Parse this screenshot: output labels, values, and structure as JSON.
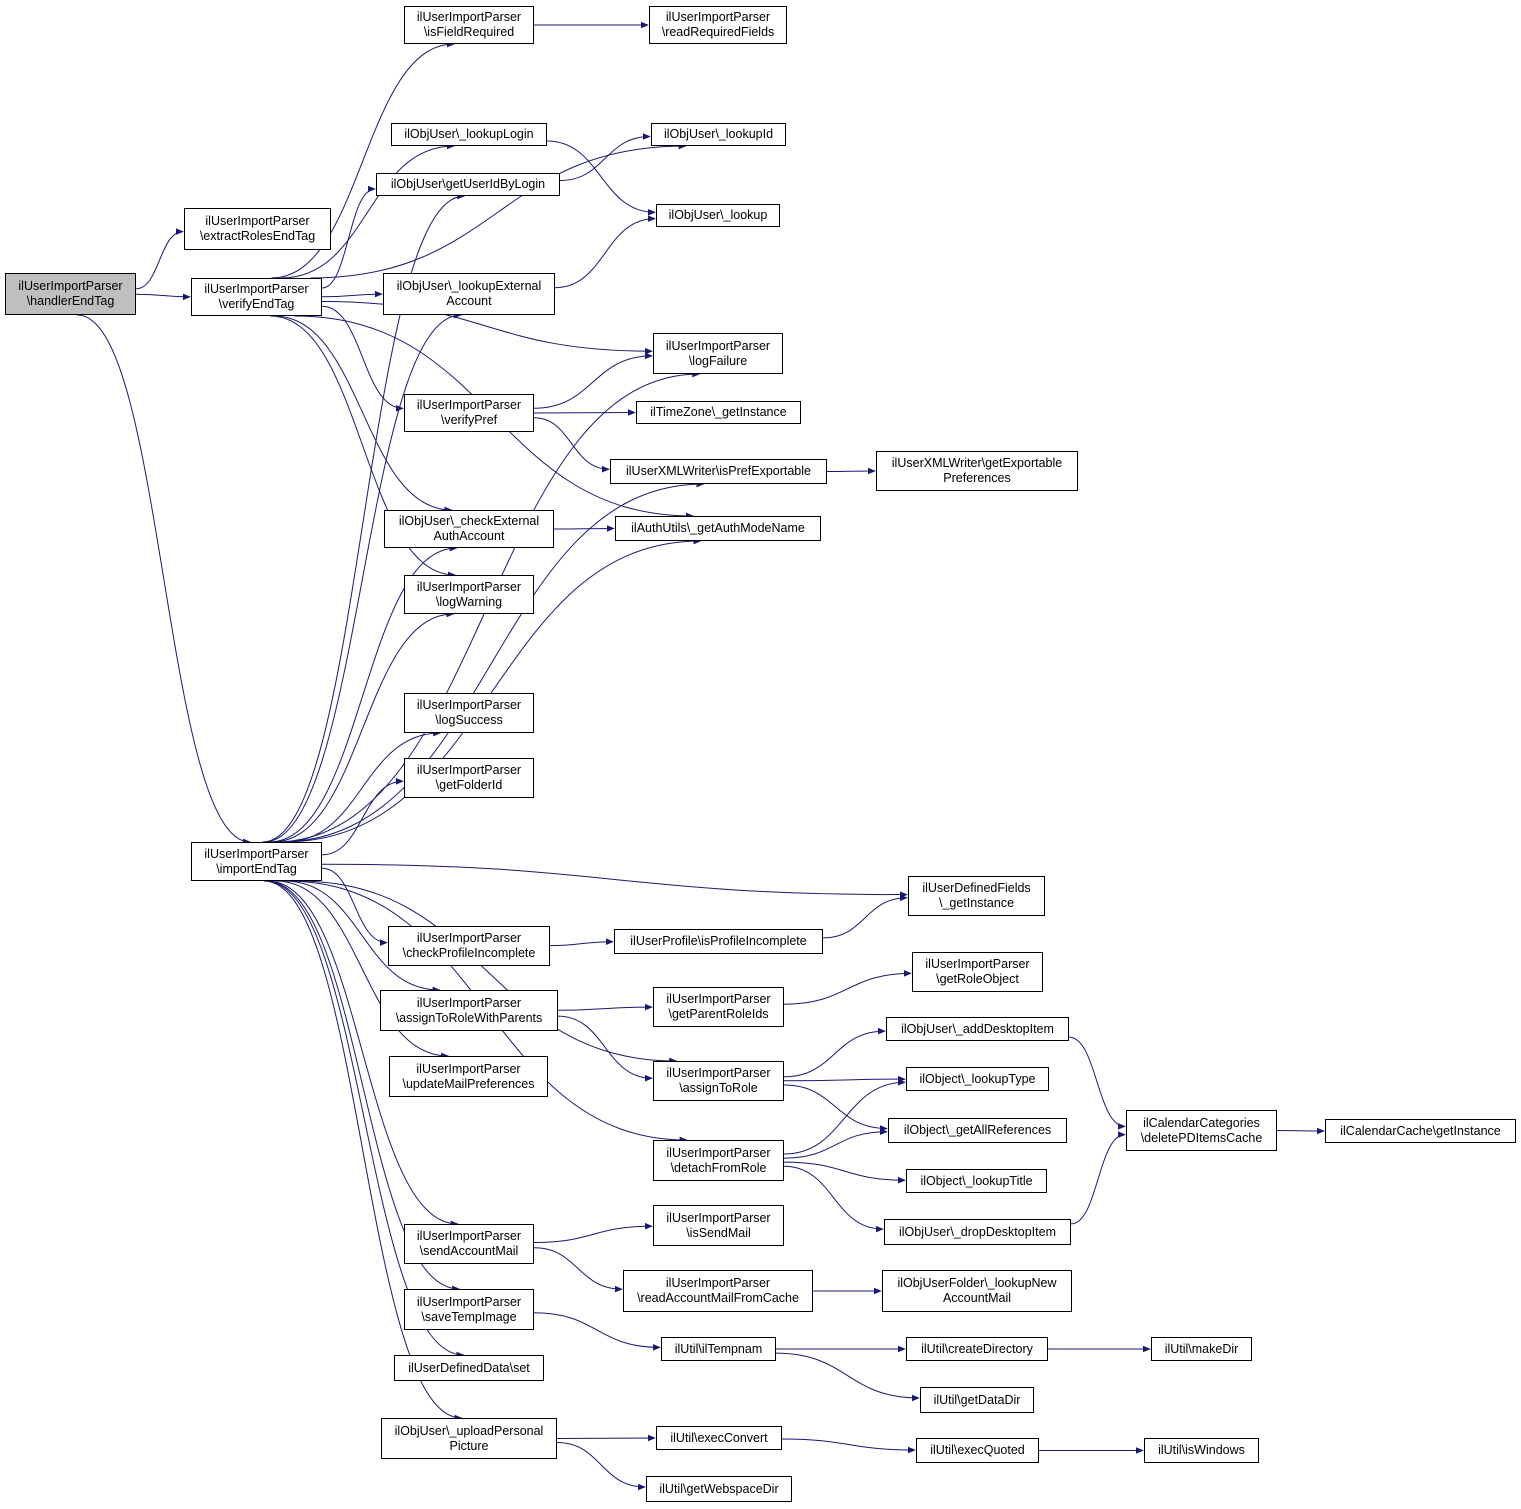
{
  "colors": {
    "edge": "#191970",
    "node_border": "#000000",
    "node_fill": "#ffffff",
    "root_fill": "#bfbfbf"
  },
  "nodes": [
    {
      "id": "n0",
      "lines": [
        "ilUserImportParser",
        "\\handlerEndTag"
      ],
      "root": true
    },
    {
      "id": "n1",
      "lines": [
        "ilUserImportParser",
        "\\extractRolesEndTag"
      ]
    },
    {
      "id": "n2",
      "lines": [
        "ilUserImportParser",
        "\\verifyEndTag"
      ]
    },
    {
      "id": "n3",
      "lines": [
        "ilUserImportParser",
        "\\importEndTag"
      ]
    },
    {
      "id": "n4",
      "lines": [
        "ilUserImportParser",
        "\\isFieldRequired"
      ]
    },
    {
      "id": "n5",
      "lines": [
        "ilUserImportParser",
        "\\readRequiredFields"
      ]
    },
    {
      "id": "n6",
      "lines": [
        "ilObjUser\\_lookupLogin"
      ]
    },
    {
      "id": "n7",
      "lines": [
        "ilObjUser\\_lookupId"
      ]
    },
    {
      "id": "n8",
      "lines": [
        "ilObjUser\\getUserIdByLogin"
      ]
    },
    {
      "id": "n9",
      "lines": [
        "ilObjUser\\_lookup"
      ]
    },
    {
      "id": "n10",
      "lines": [
        "ilObjUser\\_lookupExternal",
        "Account"
      ]
    },
    {
      "id": "n11",
      "lines": [
        "ilUserImportParser",
        "\\logFailure"
      ]
    },
    {
      "id": "n12",
      "lines": [
        "ilUserImportParser",
        "\\verifyPref"
      ]
    },
    {
      "id": "n13",
      "lines": [
        "ilTimeZone\\_getInstance"
      ]
    },
    {
      "id": "n14",
      "lines": [
        "ilUserXMLWriter\\isPrefExportable"
      ]
    },
    {
      "id": "n15",
      "lines": [
        "ilUserXMLWriter\\getExportable",
        "Preferences"
      ]
    },
    {
      "id": "n16",
      "lines": [
        "ilObjUser\\_checkExternal",
        "AuthAccount"
      ]
    },
    {
      "id": "n17",
      "lines": [
        "ilAuthUtils\\_getAuthModeName"
      ]
    },
    {
      "id": "n18",
      "lines": [
        "ilUserImportParser",
        "\\logWarning"
      ]
    },
    {
      "id": "n19",
      "lines": [
        "ilUserImportParser",
        "\\logSuccess"
      ]
    },
    {
      "id": "n20",
      "lines": [
        "ilUserImportParser",
        "\\getFolderId"
      ]
    },
    {
      "id": "n21",
      "lines": [
        "ilUserDefinedFields",
        "\\_getInstance"
      ]
    },
    {
      "id": "n22",
      "lines": [
        "ilUserImportParser",
        "\\checkProfileIncomplete"
      ]
    },
    {
      "id": "n23",
      "lines": [
        "ilUserProfile\\isProfileIncomplete"
      ]
    },
    {
      "id": "n24",
      "lines": [
        "ilUserImportParser",
        "\\getRoleObject"
      ]
    },
    {
      "id": "n25",
      "lines": [
        "ilUserImportParser",
        "\\assignToRoleWithParents"
      ]
    },
    {
      "id": "n26",
      "lines": [
        "ilUserImportParser",
        "\\getParentRoleIds"
      ]
    },
    {
      "id": "n27",
      "lines": [
        "ilObjUser\\_addDesktopItem"
      ]
    },
    {
      "id": "n28",
      "lines": [
        "ilUserImportParser",
        "\\updateMailPreferences"
      ]
    },
    {
      "id": "n29",
      "lines": [
        "ilUserImportParser",
        "\\assignToRole"
      ]
    },
    {
      "id": "n30",
      "lines": [
        "ilObject\\_lookupType"
      ]
    },
    {
      "id": "n31",
      "lines": [
        "ilCalendarCategories",
        "\\deletePDItemsCache"
      ]
    },
    {
      "id": "n32",
      "lines": [
        "ilCalendarCache\\getInstance"
      ]
    },
    {
      "id": "n33",
      "lines": [
        "ilObject\\_getAllReferences"
      ]
    },
    {
      "id": "n34",
      "lines": [
        "ilUserImportParser",
        "\\detachFromRole"
      ]
    },
    {
      "id": "n35",
      "lines": [
        "ilObject\\_lookupTitle"
      ]
    },
    {
      "id": "n36",
      "lines": [
        "ilObjUser\\_dropDesktopItem"
      ]
    },
    {
      "id": "n37",
      "lines": [
        "ilUserImportParser",
        "\\sendAccountMail"
      ]
    },
    {
      "id": "n38",
      "lines": [
        "ilUserImportParser",
        "\\isSendMail"
      ]
    },
    {
      "id": "n39",
      "lines": [
        "ilUserImportParser",
        "\\readAccountMailFromCache"
      ]
    },
    {
      "id": "n40",
      "lines": [
        "ilObjUserFolder\\_lookupNew",
        "AccountMail"
      ]
    },
    {
      "id": "n41",
      "lines": [
        "ilUserImportParser",
        "\\saveTempImage"
      ]
    },
    {
      "id": "n42",
      "lines": [
        "ilUtil\\ilTempnam"
      ]
    },
    {
      "id": "n43",
      "lines": [
        "ilUtil\\createDirectory"
      ]
    },
    {
      "id": "n44",
      "lines": [
        "ilUtil\\makeDir"
      ]
    },
    {
      "id": "n45",
      "lines": [
        "ilUserDefinedData\\set"
      ]
    },
    {
      "id": "n46",
      "lines": [
        "ilUtil\\getDataDir"
      ]
    },
    {
      "id": "n47",
      "lines": [
        "ilObjUser\\_uploadPersonal",
        "Picture"
      ]
    },
    {
      "id": "n48",
      "lines": [
        "ilUtil\\execConvert"
      ]
    },
    {
      "id": "n49",
      "lines": [
        "ilUtil\\execQuoted"
      ]
    },
    {
      "id": "n50",
      "lines": [
        "ilUtil\\isWindows"
      ]
    },
    {
      "id": "n51",
      "lines": [
        "ilUtil\\getWebspaceDir"
      ]
    }
  ],
  "edges": [
    [
      "n0",
      "n1"
    ],
    [
      "n0",
      "n2"
    ],
    [
      "n0",
      "n3"
    ],
    [
      "n2",
      "n4"
    ],
    [
      "n2",
      "n7"
    ],
    [
      "n2",
      "n6"
    ],
    [
      "n2",
      "n8"
    ],
    [
      "n2",
      "n11"
    ],
    [
      "n2",
      "n10"
    ],
    [
      "n2",
      "n12"
    ],
    [
      "n2",
      "n17"
    ],
    [
      "n2",
      "n16"
    ],
    [
      "n2",
      "n18"
    ],
    [
      "n4",
      "n5"
    ],
    [
      "n6",
      "n9"
    ],
    [
      "n8",
      "n7"
    ],
    [
      "n10",
      "n9"
    ],
    [
      "n12",
      "n11"
    ],
    [
      "n12",
      "n13"
    ],
    [
      "n12",
      "n14"
    ],
    [
      "n14",
      "n15"
    ],
    [
      "n16",
      "n17"
    ],
    [
      "n3",
      "n8"
    ],
    [
      "n3",
      "n10"
    ],
    [
      "n3",
      "n11"
    ],
    [
      "n3",
      "n16"
    ],
    [
      "n3",
      "n18"
    ],
    [
      "n3",
      "n17"
    ],
    [
      "n3",
      "n19"
    ],
    [
      "n3",
      "n20"
    ],
    [
      "n3",
      "n14"
    ],
    [
      "n3",
      "n21"
    ],
    [
      "n3",
      "n22"
    ],
    [
      "n3",
      "n25"
    ],
    [
      "n3",
      "n28"
    ],
    [
      "n3",
      "n29"
    ],
    [
      "n3",
      "n34"
    ],
    [
      "n3",
      "n37"
    ],
    [
      "n3",
      "n41"
    ],
    [
      "n3",
      "n45"
    ],
    [
      "n3",
      "n47"
    ],
    [
      "n22",
      "n23"
    ],
    [
      "n23",
      "n21"
    ],
    [
      "n25",
      "n26"
    ],
    [
      "n25",
      "n29"
    ],
    [
      "n26",
      "n24"
    ],
    [
      "n29",
      "n27"
    ],
    [
      "n29",
      "n30"
    ],
    [
      "n29",
      "n33"
    ],
    [
      "n27",
      "n31"
    ],
    [
      "n31",
      "n32"
    ],
    [
      "n34",
      "n30"
    ],
    [
      "n34",
      "n33"
    ],
    [
      "n34",
      "n35"
    ],
    [
      "n34",
      "n36"
    ],
    [
      "n36",
      "n31"
    ],
    [
      "n37",
      "n38"
    ],
    [
      "n37",
      "n39"
    ],
    [
      "n39",
      "n40"
    ],
    [
      "n41",
      "n42"
    ],
    [
      "n42",
      "n43"
    ],
    [
      "n42",
      "n46"
    ],
    [
      "n43",
      "n44"
    ],
    [
      "n47",
      "n48"
    ],
    [
      "n47",
      "n51"
    ],
    [
      "n48",
      "n49"
    ],
    [
      "n49",
      "n50"
    ]
  ]
}
